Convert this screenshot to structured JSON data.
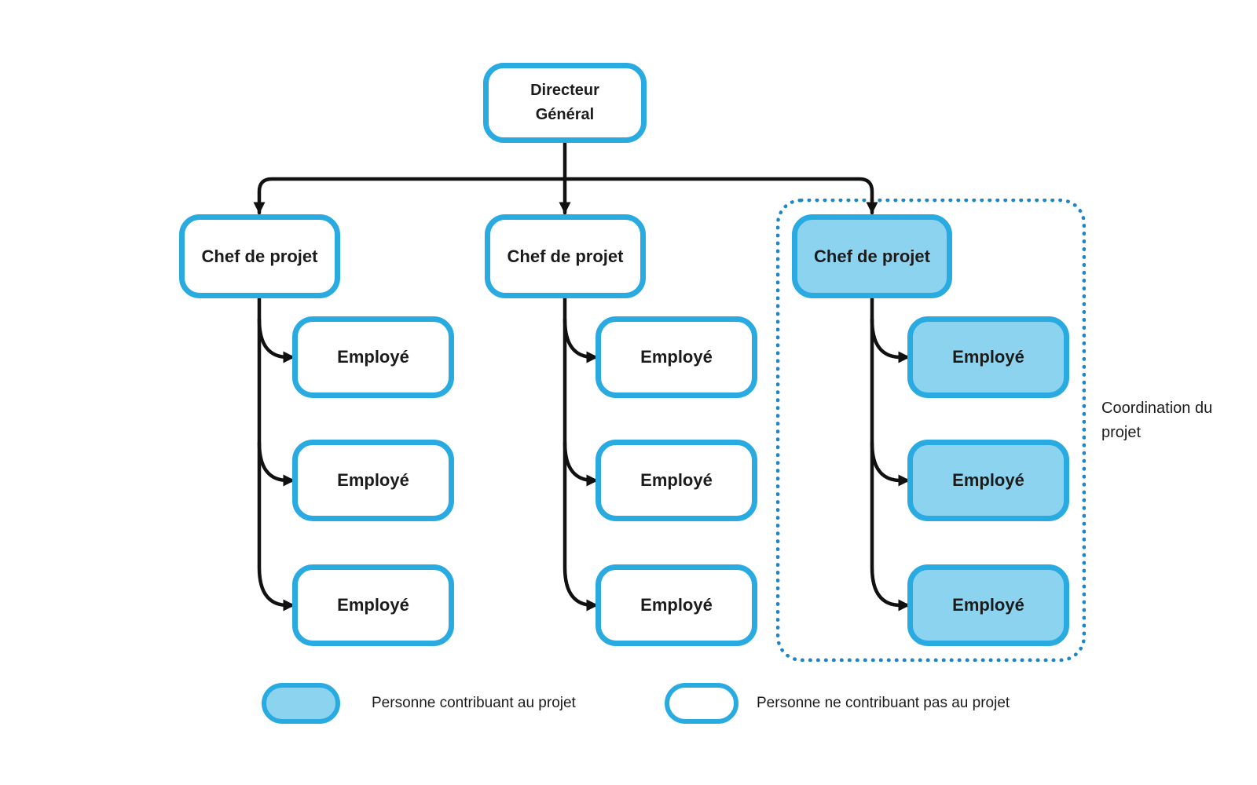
{
  "colors": {
    "node_border": "#29abe2",
    "node_fill_contributing": "#8cd3f0",
    "node_fill_default": "#ffffff",
    "frame_dotted_border": "#1d86c8",
    "connector_line": "#111111",
    "text": "#1b1b1b"
  },
  "org_chart": {
    "root": {
      "line1": "Directeur",
      "line2": "Général"
    },
    "columns": [
      {
        "manager": "Chef de projet",
        "contributing": false,
        "employees": [
          "Employé",
          "Employé",
          "Employé"
        ]
      },
      {
        "manager": "Chef de projet",
        "contributing": false,
        "employees": [
          "Employé",
          "Employé",
          "Employé"
        ]
      },
      {
        "manager": "Chef de projet",
        "contributing": true,
        "employees": [
          "Employé",
          "Employé",
          "Employé"
        ]
      }
    ],
    "frame_label": {
      "line1": "Coordination",
      "line2": "du projet"
    }
  },
  "legend": {
    "items": [
      {
        "label": "Personne contribuant au projet",
        "swatch": "contributing"
      },
      {
        "label": "Personne ne contribuant pas au projet",
        "swatch": "not_contributing"
      }
    ]
  }
}
